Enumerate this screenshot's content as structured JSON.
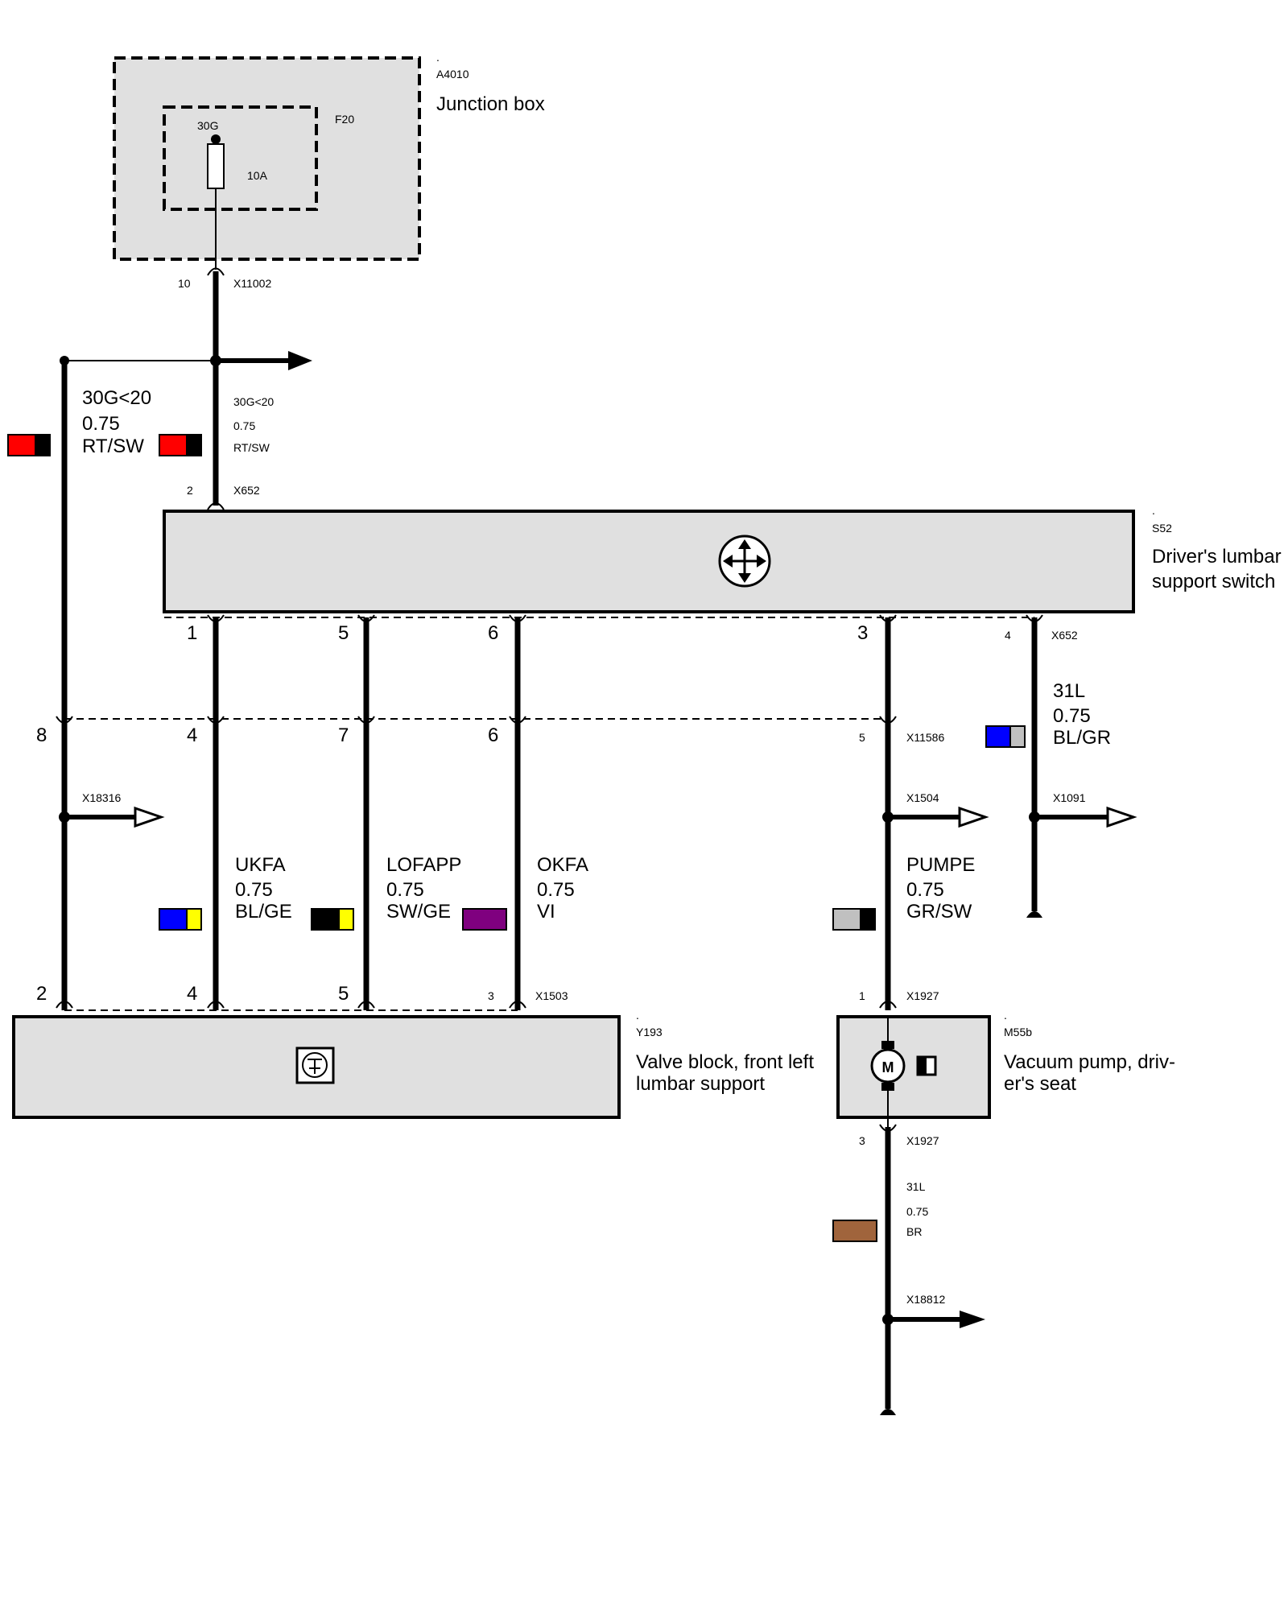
{
  "junction_box": {
    "dot": ".",
    "id": "A4010",
    "name": "Junction box",
    "fuse_id": "F20",
    "fuse_terminal": "30G",
    "fuse_rating": "10A",
    "out_pin": "10",
    "out_connector": "X11002"
  },
  "supply_wire": {
    "signal": "30G<20",
    "size": "0.75",
    "color_code": "RT/SW",
    "colors": [
      "#ff0000",
      "#000000"
    ]
  },
  "lumbar_switch": {
    "dot": ".",
    "id": "S52",
    "name_line1": "Driver's lumbar",
    "name_line2": "support switch",
    "in_pin": "2",
    "in_connector": "X652",
    "bottom_pins": [
      "1",
      "5",
      "6",
      "3"
    ],
    "ground_pin": "4",
    "bottom_connector": "X652"
  },
  "intermediate_connector": {
    "id": "X11586",
    "pins": [
      "8",
      "4",
      "7",
      "6"
    ],
    "pump_pin": "5"
  },
  "ground_wire": {
    "signal": "31L",
    "size": "0.75",
    "color_code": "BL/GR",
    "colors": [
      "#0000ff",
      "#c0c0c0"
    ],
    "splice": "X1091"
  },
  "splices": {
    "left": "X18316",
    "pump": "X1504",
    "bottom": "X18812"
  },
  "wires": [
    {
      "signal": "UKFA",
      "size": "0.75",
      "color_code": "BL/GE",
      "colors": [
        "#0000ff",
        "#ffff00"
      ]
    },
    {
      "signal": "LOFAPP",
      "size": "0.75",
      "color_code": "SW/GE",
      "colors": [
        "#000000",
        "#ffff00"
      ]
    },
    {
      "signal": "OKFA",
      "size": "0.75",
      "color_code": "VI",
      "colors": [
        "#7f007f"
      ]
    },
    {
      "signal": "PUMPE",
      "size": "0.75",
      "color_code": "GR/SW",
      "colors": [
        "#c0c0c0",
        "#000000"
      ]
    }
  ],
  "valve_block": {
    "dot": ".",
    "id": "Y193",
    "name_line1": "Valve block, front left",
    "name_line2": "lumbar support",
    "pins": [
      "2",
      "4",
      "5"
    ],
    "pin3": "3",
    "connector": "X1503"
  },
  "vacuum_pump": {
    "dot": ".",
    "id": "M55b",
    "name_line1": "Vacuum pump, driv-",
    "name_line2": "er's seat",
    "motor_label": "M",
    "top_pin": "1",
    "top_connector": "X1927",
    "bottom_pin": "3",
    "bottom_connector": "X1927"
  },
  "pump_ground_wire": {
    "signal": "31L",
    "size": "0.75",
    "color_code": "BR",
    "colors": [
      "#a0643c"
    ]
  }
}
